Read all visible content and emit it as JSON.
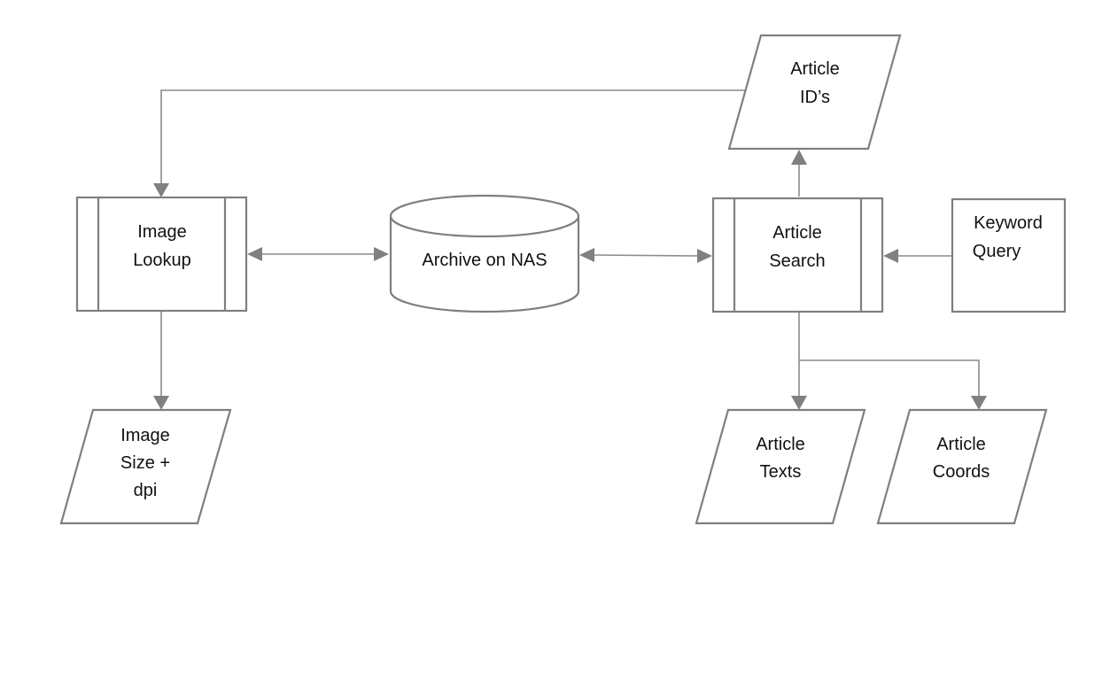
{
  "nodes": {
    "image_lookup": {
      "kind": "predefined-process",
      "lines": [
        "Image",
        "Lookup"
      ]
    },
    "archive": {
      "kind": "database",
      "lines": [
        "Archive on NAS"
      ]
    },
    "article_search": {
      "kind": "predefined-process",
      "lines": [
        "Article",
        "Search"
      ]
    },
    "keyword_query": {
      "kind": "manual-input",
      "lines": [
        "Keyword",
        "Query"
      ]
    },
    "article_ids": {
      "kind": "data",
      "lines": [
        "Article",
        "ID’s"
      ]
    },
    "image_size": {
      "kind": "data",
      "lines": [
        "Image",
        "Size +",
        "dpi"
      ]
    },
    "article_texts": {
      "kind": "data",
      "lines": [
        "Article",
        "Texts"
      ]
    },
    "article_coords": {
      "kind": "data",
      "lines": [
        "Article",
        "Coords"
      ]
    }
  },
  "edges": [
    {
      "from": "article_ids",
      "to": "image_lookup",
      "direction": "forward"
    },
    {
      "from": "image_lookup",
      "to": "archive",
      "direction": "both"
    },
    {
      "from": "archive",
      "to": "article_search",
      "direction": "both"
    },
    {
      "from": "keyword_query",
      "to": "article_search",
      "direction": "forward"
    },
    {
      "from": "article_search",
      "to": "article_ids",
      "direction": "forward"
    },
    {
      "from": "image_lookup",
      "to": "image_size",
      "direction": "forward"
    },
    {
      "from": "article_search",
      "to": "article_texts",
      "direction": "forward"
    },
    {
      "from": "article_search",
      "to": "article_coords",
      "direction": "forward"
    }
  ],
  "colors": {
    "shape_stroke": "#7f7f7f",
    "connector": "#8c8c8c",
    "arrowhead": "#808080",
    "text": "#111111",
    "background": "#ffffff"
  }
}
